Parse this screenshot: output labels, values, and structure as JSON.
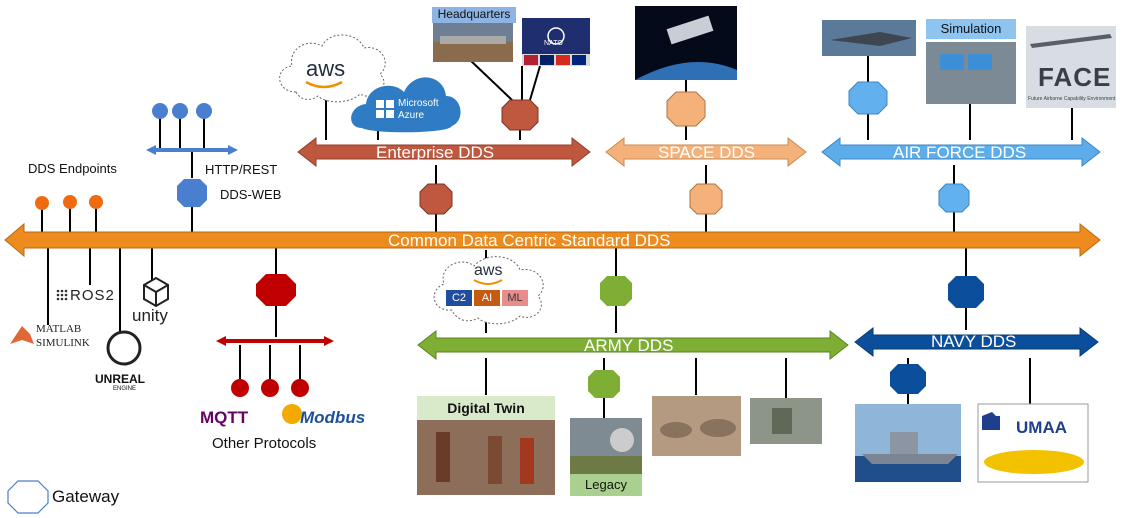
{
  "buses": {
    "common": "Common Data Centric Standard DDS",
    "enterprise": "Enterprise DDS",
    "space": "SPACE DDS",
    "airforce": "AIR FORCE DDS",
    "army": "ARMY DDS",
    "navy": "NAVY DDS",
    "protocols": ""
  },
  "labels": {
    "dds_endpoints": "DDS Endpoints",
    "http_rest": "HTTP/REST",
    "dds_web": "DDS-WEB",
    "other_protocols": "Other Protocols",
    "headquarters": "Headquarters",
    "simulation": "Simulation",
    "digital_twin": "Digital Twin",
    "legacy": "Legacy",
    "gateway_legend": "Gateway"
  },
  "logos": {
    "aws_top": "aws",
    "azure_line1": "Microsoft",
    "azure_line2": "Azure",
    "aws_army": "aws",
    "c2": "C2",
    "ai": "AI",
    "ml": "ML",
    "ros2": "ROS2",
    "unity": "unity",
    "matlab": "MATLAB",
    "simulink": "SIMULINK",
    "unreal": "UNREAL",
    "engine": "ENGINE",
    "mqtt": "MQTT",
    "modbus": "Modbus",
    "umaa": "UMAA",
    "face": "FACE",
    "face_sub": "Future Airborne Capability Environment",
    "nato": "NATO"
  },
  "colors": {
    "common": "#ED8B1E",
    "enterprise": "#C0573F",
    "space": "#F4B27A",
    "airforce": "#5DADEB",
    "army": "#7FAE35",
    "navy": "#0B4F9C",
    "protocols": "#C00000",
    "web": "#4472C4",
    "gw_enterprise": "#C0573F",
    "gw_space": "#F4B27A",
    "gw_airforce": "#62B1EE",
    "gw_army": "#7FAE35",
    "gw_navy": "#0B4F9C",
    "gw_protocols": "#C00000",
    "gw_web": "#4A7FD0"
  }
}
